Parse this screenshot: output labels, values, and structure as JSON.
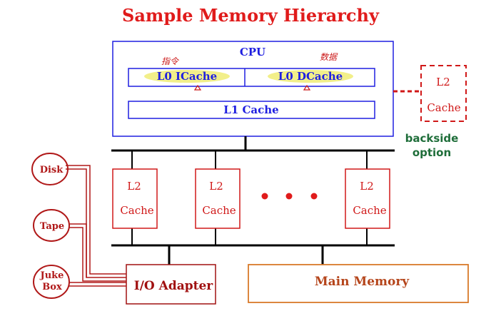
{
  "title": "Sample Memory Hierarchy",
  "cpu": {
    "label": "CPU",
    "l0_icache": "L0 ICache",
    "l0_dcache": "L0 DCache",
    "l1_cache": "L1 Cache",
    "annot_instruction": "指令",
    "annot_data": "数据"
  },
  "backside": {
    "l2_line1": "L2",
    "l2_line2": "Cache",
    "option_line1": "backside",
    "option_line2": "option"
  },
  "l2_caches": [
    {
      "line1": "L2",
      "line2": "Cache"
    },
    {
      "line1": "L2",
      "line2": "Cache"
    },
    {
      "line1": "L2",
      "line2": "Cache"
    }
  ],
  "devices": [
    {
      "label_line1": "Disk",
      "label_line2": ""
    },
    {
      "label_line1": "Tape",
      "label_line2": ""
    },
    {
      "label_line1": "Juke",
      "label_line2": "Box"
    }
  ],
  "io_adapter": "I/O Adapter",
  "main_memory": "Main Memory",
  "colors": {
    "title": "#e01b1b",
    "cpu_blue": "#1f1fe0",
    "l2_red": "#d01818",
    "device_red": "#b01818",
    "highlight": "#f2ef8a",
    "backside_green": "#1f6e3a",
    "main_memory_border": "#d87a2a",
    "main_memory_text": "#b5451b",
    "io_text": "#a01010"
  }
}
